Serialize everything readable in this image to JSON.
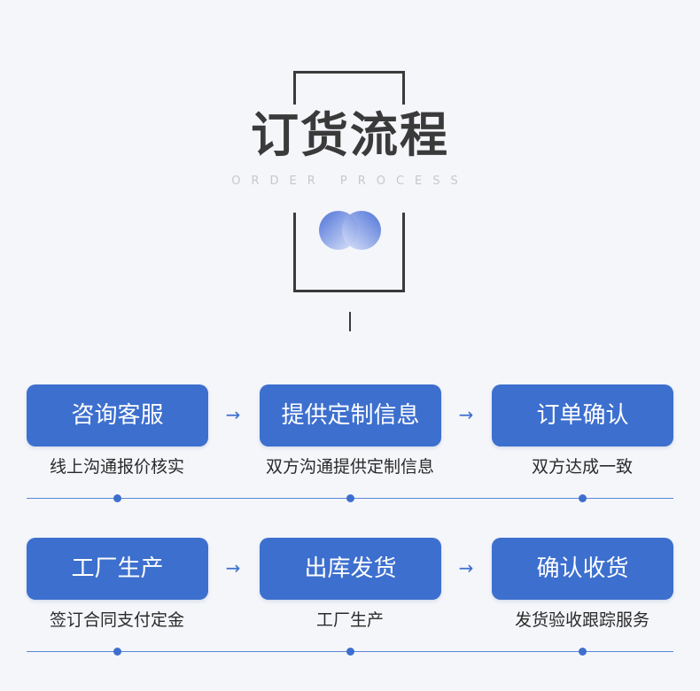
{
  "header": {
    "title": "订货流程",
    "subtitle": "ORDER PROCESS"
  },
  "colors": {
    "accent": "#3d6fce",
    "frame": "#3a3a3a",
    "background": "#f5f6fa"
  },
  "rows": [
    {
      "steps": [
        {
          "label": "咨询客服",
          "desc": "线上沟通报价核实"
        },
        {
          "label": "提供定制信息",
          "desc": "双方沟通提供定制信息"
        },
        {
          "label": "订单确认",
          "desc": "双方达成一致"
        }
      ]
    },
    {
      "steps": [
        {
          "label": "工厂生产",
          "desc": "签订合同支付定金"
        },
        {
          "label": "出库发货",
          "desc": "工厂生产"
        },
        {
          "label": "确认收货",
          "desc": "发货验收跟踪服务"
        }
      ]
    }
  ],
  "icons": {
    "arrow": "arrow-right-icon",
    "logo": "interlocking-circles-logo"
  }
}
